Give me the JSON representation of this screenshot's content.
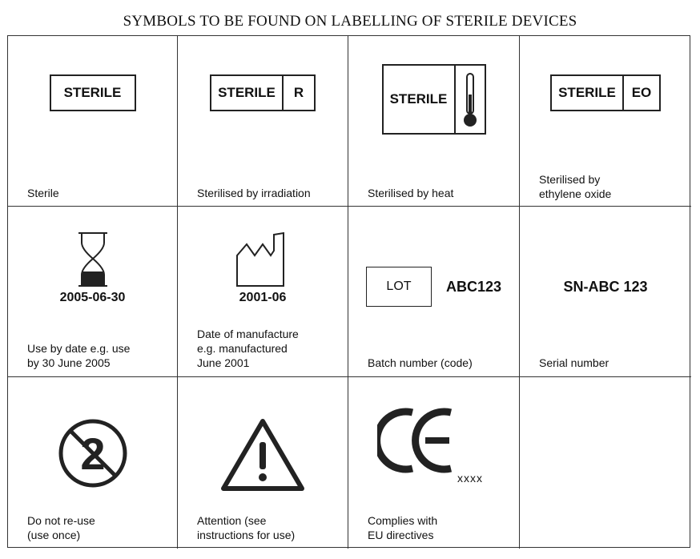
{
  "title": "SYMBOLS TO BE FOUND ON LABELLING OF STERILE DEVICES",
  "symbols": {
    "sterile": {
      "box_text": "STERILE",
      "caption": "Sterile"
    },
    "irradiation": {
      "box_text": "STERILE",
      "box_suffix": "R",
      "caption": "Sterilised by irradiation"
    },
    "heat": {
      "box_text": "STERILE",
      "caption": "Sterilised by heat"
    },
    "ethylene": {
      "box_text": "STERILE",
      "box_suffix": "EO",
      "caption_line1": "Sterilised by",
      "caption_line2": "ethylene oxide"
    },
    "use_by": {
      "date": "2005-06-30",
      "caption_line1": "Use by date e.g. use",
      "caption_line2": "by 30 June 2005"
    },
    "manufacture": {
      "date": "2001-06",
      "caption_line1": "Date of manufacture",
      "caption_line2": "e.g. manufactured",
      "caption_line3": "June 2001"
    },
    "batch": {
      "lot_label": "LOT",
      "code": "ABC123",
      "caption": "Batch number (code)"
    },
    "serial": {
      "code": "SN-ABC 123",
      "caption": "Serial number"
    },
    "no_reuse": {
      "caption_line1": "Do not re-use",
      "caption_line2": "(use once)"
    },
    "attention": {
      "caption_line1": "Attention (see",
      "caption_line2": "instructions for use)"
    },
    "ce": {
      "mark_suffix": "xxxx",
      "caption_line1": "Complies with",
      "caption_line2": "EU directives"
    }
  },
  "icons": [
    "hourglass-icon",
    "factory-icon",
    "thermometer-icon",
    "no-reuse-icon",
    "warning-triangle-icon",
    "ce-mark-icon"
  ]
}
